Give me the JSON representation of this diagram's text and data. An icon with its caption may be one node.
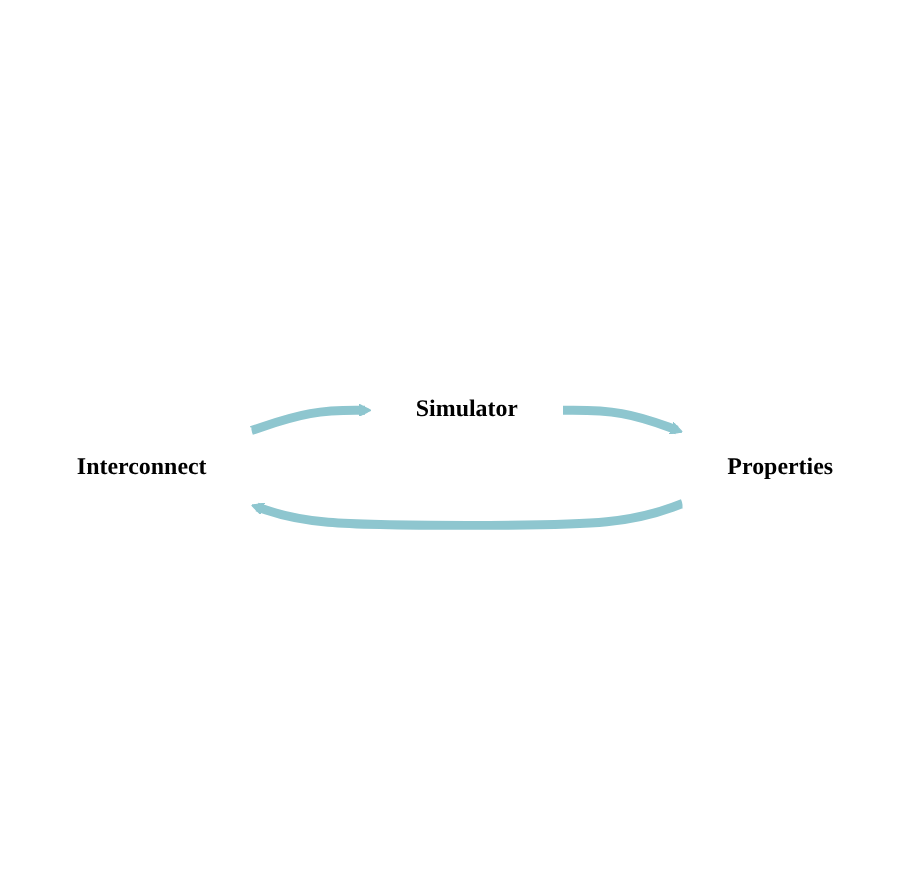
{
  "diagram": {
    "nodes": [
      {
        "text": [
          "Interconnect"
        ]
      },
      {
        "text": [
          "Simulator"
        ]
      },
      {
        "text": [
          "Properties"
        ]
      }
    ],
    "edges": [
      {
        "from": 0,
        "to": 1,
        "arrow": "to"
      },
      {
        "from": 1,
        "to": 2,
        "arrow": "to"
      },
      {
        "from": 2,
        "to": 0,
        "arrow": "to"
      }
    ]
  }
}
